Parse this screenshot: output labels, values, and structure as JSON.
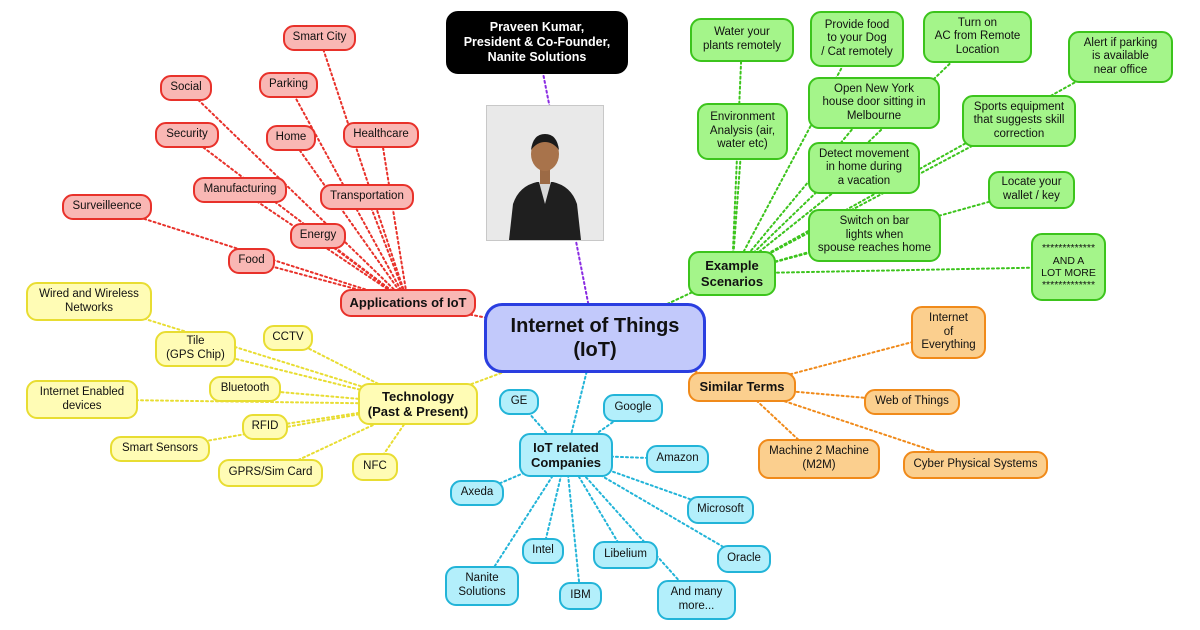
{
  "central": {
    "label": "Internet of Things\n(IoT)"
  },
  "speaker": {
    "label": "Praveen Kumar,\nPresident & Co-Founder,\nNanite Solutions"
  },
  "photo": {
    "icon": "person-photo"
  },
  "colors": {
    "applications": "#e8312a",
    "examples": "#3cc41c",
    "similar": "#f08a1a",
    "companies": "#22b4d8",
    "technology": "#e8dd32",
    "speaker": "#8a2be2"
  },
  "branches": [
    {
      "id": "applications",
      "label": "Applications of IoT",
      "items": [
        "Smart City",
        "Parking",
        "Social",
        "Healthcare",
        "Home",
        "Security",
        "Transportation",
        "Manufacturing",
        "Energy",
        "Surveilleence",
        "Food"
      ]
    },
    {
      "id": "examples",
      "label": "Example\nScenarios",
      "items": [
        "Water your\nplants remotely",
        "Provide food\nto your Dog\n/ Cat remotely",
        "Turn on\nAC from Remote\nLocation",
        "Alert if parking\nis available\nnear office",
        "Open New York\nhouse door sitting in\nMelbourne",
        "Environment\nAnalysis (air,\nwater etc)",
        "Sports equipment\nthat suggests skill\ncorrection",
        "Detect movement\nin home during\na vacation",
        "Locate your\nwallet / key",
        "Switch on bar\nlights when\nspouse reaches home",
        "*************\nAND A\nLOT MORE\n*************"
      ]
    },
    {
      "id": "similar",
      "label": "Similar Terms",
      "items": [
        "Internet\nof\nEverything",
        "Web of Things",
        "Machine 2 Machine\n(M2M)",
        "Cyber Physical Systems"
      ]
    },
    {
      "id": "companies",
      "label": "IoT related\nCompanies",
      "items": [
        "GE",
        "Google",
        "Amazon",
        "Axeda",
        "Microsoft",
        "Intel",
        "Libelium",
        "Oracle",
        "Nanite\nSolutions",
        "IBM",
        "And many\nmore..."
      ]
    },
    {
      "id": "technology",
      "label": "Technology\n(Past & Present)",
      "items": [
        "Wired and Wireless\nNetworks",
        "CCTV",
        "Tile\n(GPS Chip)",
        "Bluetooth",
        "Internet Enabled\ndevices",
        "RFID",
        "Smart Sensors",
        "GPRS/Sim Card",
        "NFC"
      ]
    }
  ]
}
